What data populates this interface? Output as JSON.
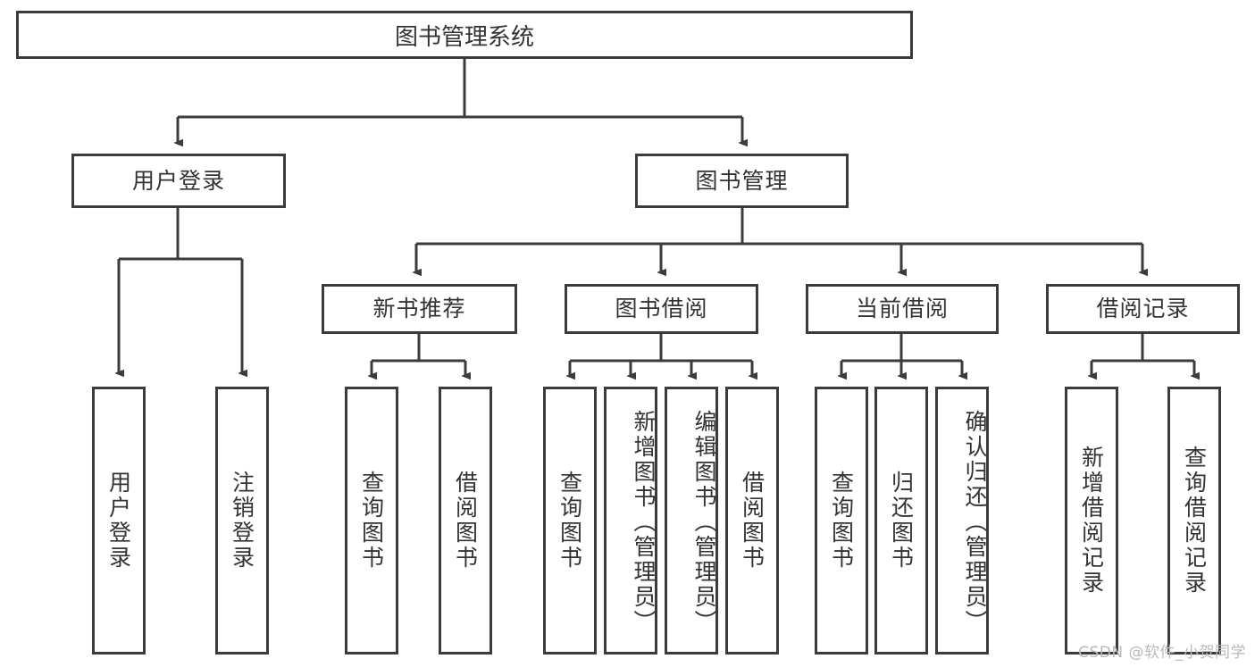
{
  "diagram": {
    "title": "图书管理系统",
    "watermark": "CSDN @软件_小贺同学",
    "colors": {
      "border": "#3b3b3b",
      "text": "#333333",
      "background": "#ffffff",
      "watermark": "#b9b9b9"
    },
    "root": {
      "label": "图书管理系统"
    },
    "level2": [
      {
        "label": "用户登录"
      },
      {
        "label": "图书管理"
      }
    ],
    "level3": [
      {
        "label": "新书推荐"
      },
      {
        "label": "图书借阅"
      },
      {
        "label": "当前借阅"
      },
      {
        "label": "借阅记录"
      }
    ],
    "leaves": {
      "user_login": [
        {
          "label": "用户登录"
        },
        {
          "label": "注销登录"
        }
      ],
      "new_book_recommend": [
        {
          "label": "查询图书"
        },
        {
          "label": "借阅图书"
        }
      ],
      "book_borrow": [
        {
          "label": "查询图书"
        },
        {
          "label": "新增图书（管理员）"
        },
        {
          "label": "编辑图书（管理员）"
        },
        {
          "label": "借阅图书"
        }
      ],
      "current_borrow": [
        {
          "label": "查询图书"
        },
        {
          "label": "归还图书"
        },
        {
          "label": "确认归还（管理员）"
        }
      ],
      "borrow_record": [
        {
          "label": "新增借阅记录"
        },
        {
          "label": "查询借阅记录"
        }
      ]
    }
  }
}
